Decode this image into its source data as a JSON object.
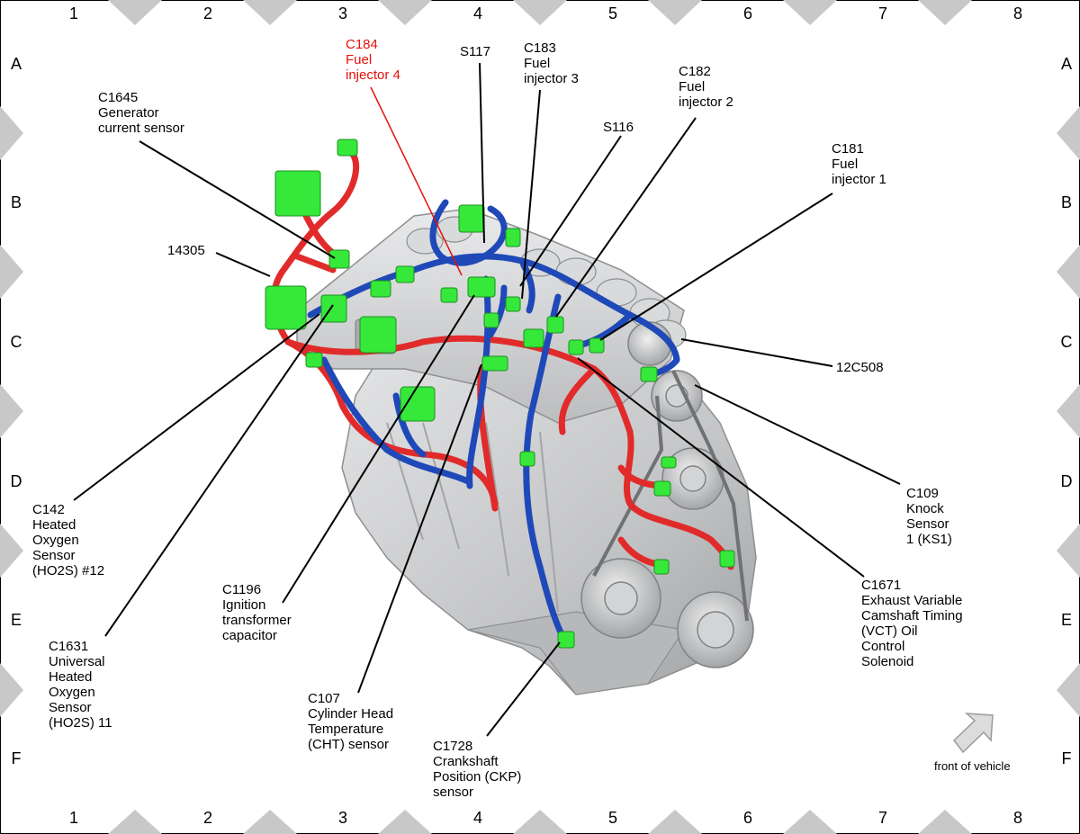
{
  "grid": {
    "columns": [
      "1",
      "2",
      "3",
      "4",
      "5",
      "6",
      "7",
      "8"
    ],
    "rows": [
      "A",
      "B",
      "C",
      "D",
      "E",
      "F"
    ]
  },
  "callouts": {
    "c184": [
      "C184",
      "Fuel",
      "injector 4"
    ],
    "s117": [
      "S117"
    ],
    "c183": [
      "C183",
      "Fuel",
      "injector 3"
    ],
    "c182": [
      "C182",
      "Fuel",
      "injector 2"
    ],
    "s116": [
      "S116"
    ],
    "c181": [
      "C181",
      "Fuel",
      "injector 1"
    ],
    "c1645": [
      "C1645",
      "Generator",
      "current sensor"
    ],
    "n14305": [
      "14305"
    ],
    "n12c508": [
      "12C508"
    ],
    "c109": [
      "C109",
      "Knock",
      "Sensor",
      "1 (KS1)"
    ],
    "c142": [
      "C142",
      "Heated",
      "Oxygen",
      "Sensor",
      "(HO2S) #12"
    ],
    "c1196": [
      "C1196",
      "Ignition",
      "transformer",
      "capacitor"
    ],
    "c1671": [
      "C1671",
      "Exhaust Variable",
      "Camshaft Timing",
      "(VCT) Oil",
      "Control",
      "Solenoid"
    ],
    "c1631": [
      "C1631",
      "Universal",
      "Heated",
      "Oxygen",
      "Sensor",
      "(HO2S) 11"
    ],
    "c107": [
      "C107",
      "Cylinder Head",
      "Temperature",
      "(CHT) sensor"
    ],
    "c1728": [
      "C1728",
      "Crankshaft",
      "Position (CKP)",
      "sensor"
    ]
  },
  "orientation": {
    "label": "front of vehicle",
    "icon": "arrow-up-right-icon"
  },
  "colors": {
    "highlight_callout": "#e3120b",
    "harness_red": "#e12b2b",
    "harness_blue": "#1f49b8",
    "connector_green": "#36e83a",
    "engine_gray": "#c9cacb",
    "marker_gray": "#c8c8c8"
  }
}
